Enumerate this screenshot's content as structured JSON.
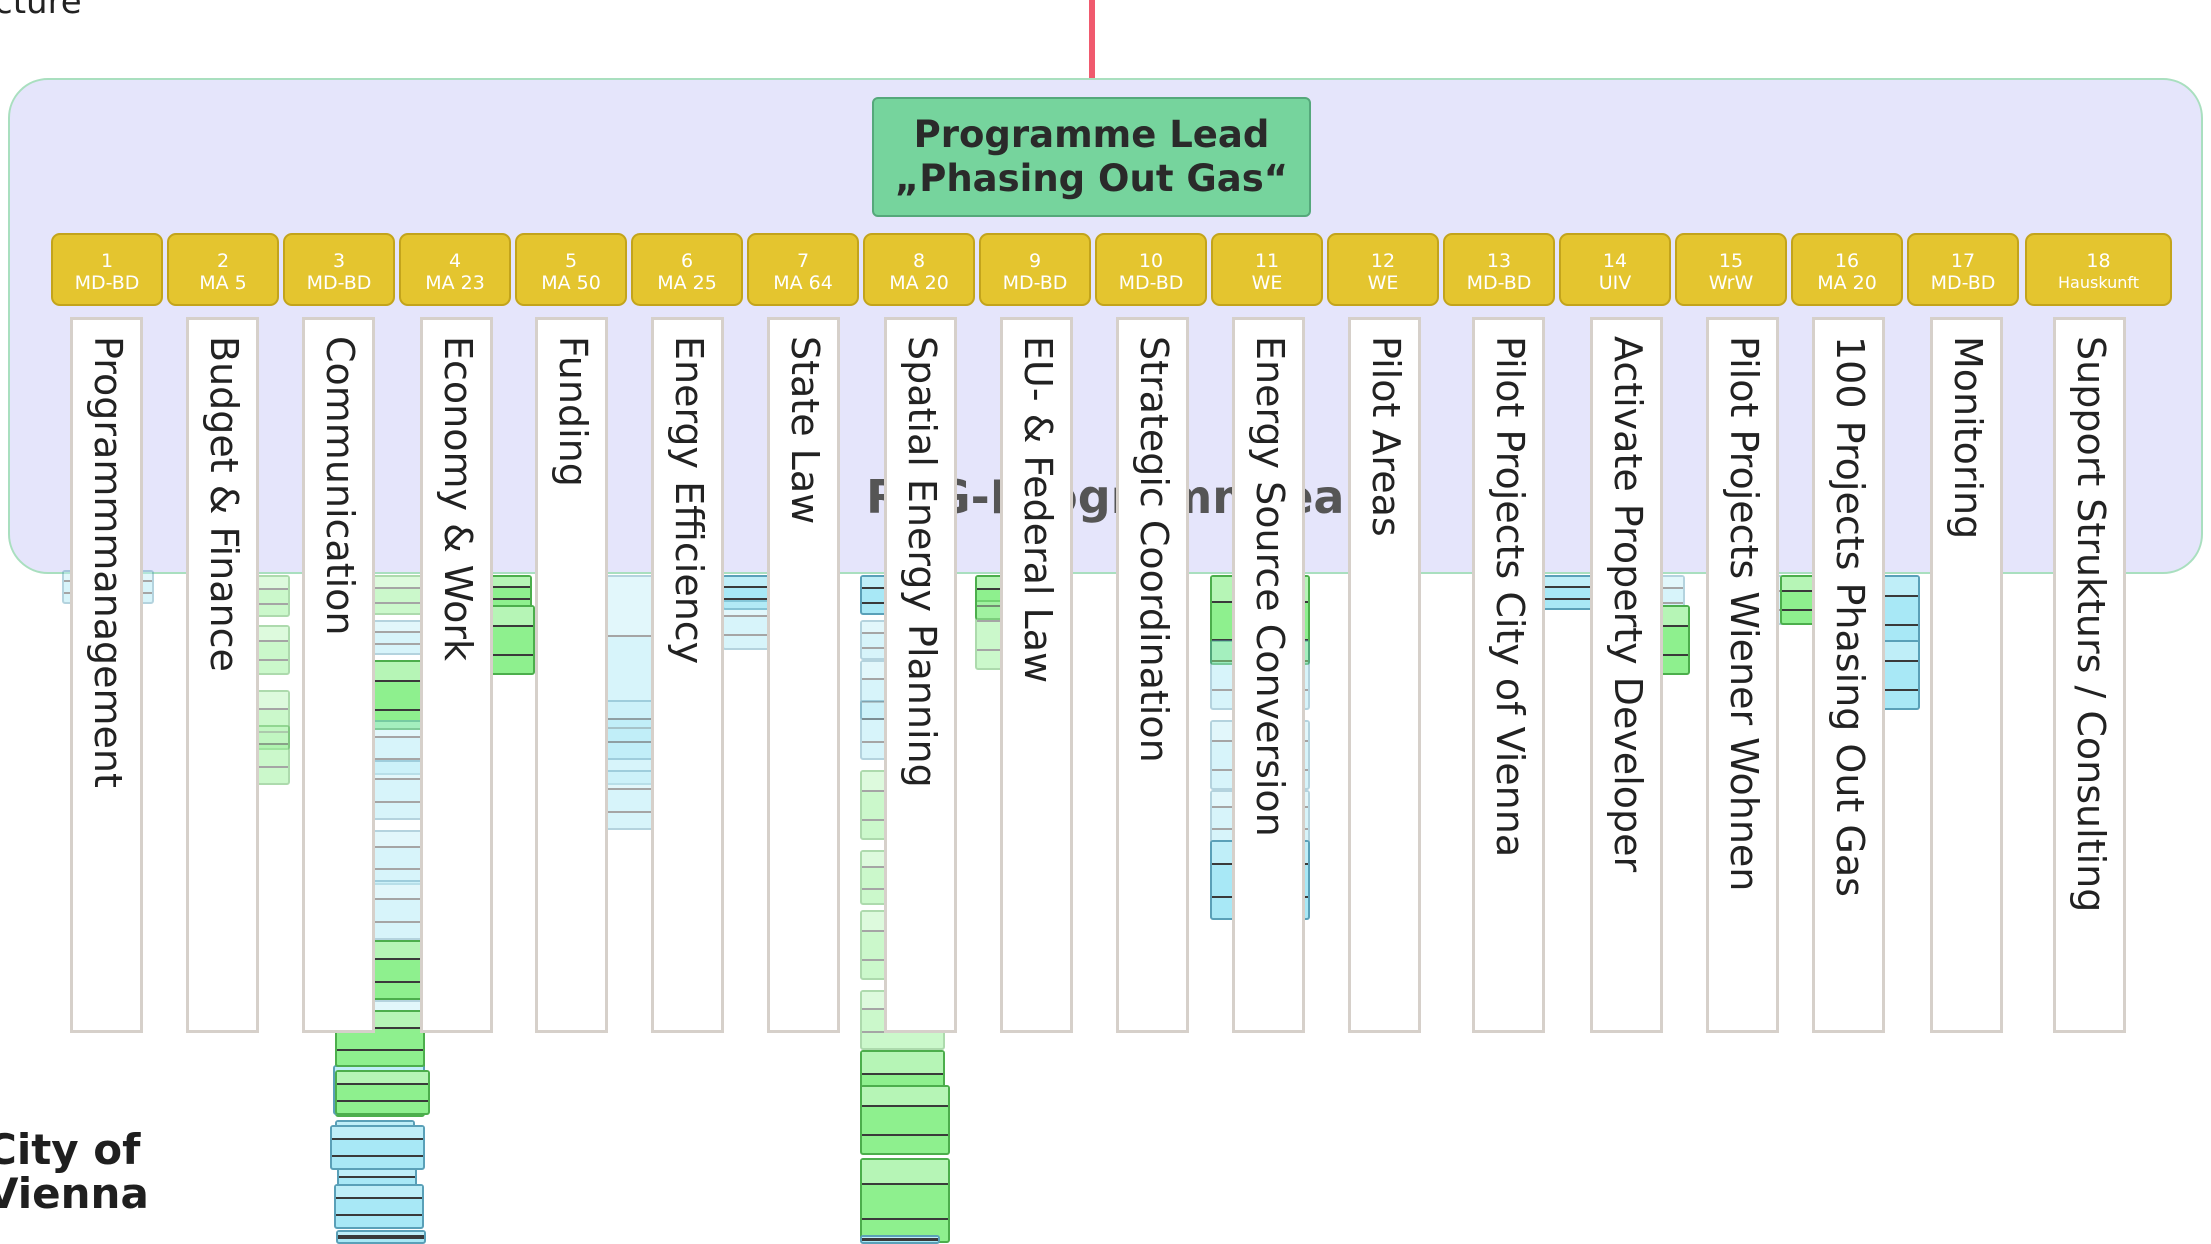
{
  "header": {
    "corner_text": "cture"
  },
  "panel": {
    "title": "REG-Programmteam"
  },
  "lead": {
    "line1": "Programme Lead",
    "line2": "„Phasing Out Gas“"
  },
  "columns": [
    {
      "num": "1",
      "org": "MD-BD",
      "label": "Programmmanagement"
    },
    {
      "num": "2",
      "org": "MA 5",
      "label": "Budget & Finance"
    },
    {
      "num": "3",
      "org": "MD-BD",
      "label": "Communication"
    },
    {
      "num": "4",
      "org": "MA 23",
      "label": "Economy & Work"
    },
    {
      "num": "5",
      "org": "MA 50",
      "label": "Funding"
    },
    {
      "num": "6",
      "org": "MA 25",
      "label": "Energy Efficiency"
    },
    {
      "num": "7",
      "org": "MA 64",
      "label": "State Law"
    },
    {
      "num": "8",
      "org": "MA 20",
      "label": "Spatial Energy Planning"
    },
    {
      "num": "9",
      "org": "MD-BD",
      "label": "EU- & Federal Law"
    },
    {
      "num": "10",
      "org": "MD-BD",
      "label": "Strategic Coordination"
    },
    {
      "num": "11",
      "org": "WE",
      "label": "Energy Source Conversion"
    },
    {
      "num": "12",
      "org": "WE",
      "label": "Pilot Areas"
    },
    {
      "num": "13",
      "org": "MD-BD",
      "label": "Pilot Projects City of Vienna"
    },
    {
      "num": "14",
      "org": "UIV",
      "label": "Activate Property Developer"
    },
    {
      "num": "15",
      "org": "WrW",
      "label": "Pilot Projects Wiener Wohnen"
    },
    {
      "num": "16",
      "org": "MA 20",
      "label": "100 Projects Phasing Out Gas"
    },
    {
      "num": "17",
      "org": "MD-BD",
      "label": "Monitoring"
    },
    {
      "num": "18",
      "org": "Hauskunft",
      "label": "Support Strukturs / Consulting"
    }
  ],
  "logo": {
    "line1": "City of",
    "line2": "Vienna"
  },
  "colors": {
    "panel": "#e5e5fb",
    "lead": "#76d49d",
    "code": "#e4c52f",
    "accent_line": "#f05a6e"
  }
}
